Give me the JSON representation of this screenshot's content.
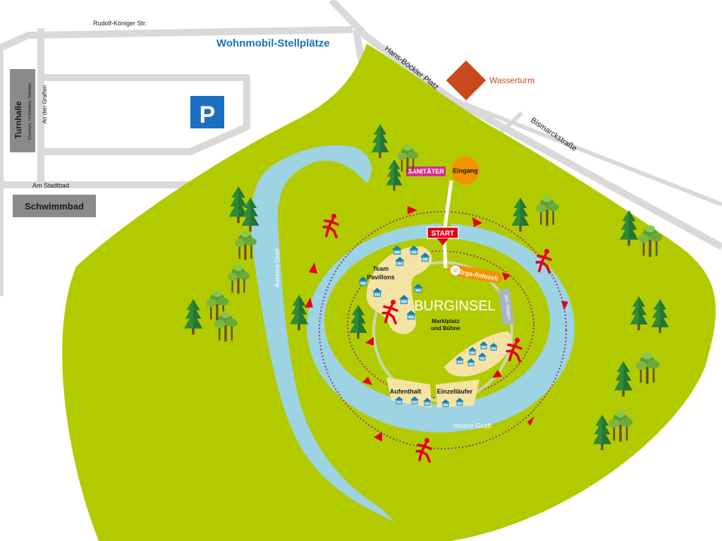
{
  "colors": {
    "grass": "#b2cb00",
    "river": "#9dd3e3",
    "road": "#d9d9d9",
    "sand": "#f5e3a6",
    "track": "#8a3a7a",
    "arrow": "#e2001a",
    "runner": "#e2001a",
    "tree": "#2f8a3a",
    "building": "#8a8a8a",
    "parking": "#1a6fc1",
    "blue_text": "#1a6fc1",
    "wasserturm": "#c8491c",
    "sanitaeter": "#d8308a",
    "eingang": "#f39200",
    "orga": "#f39200"
  },
  "streets": {
    "rudolf": "Rudolf-Königer Str.",
    "grafen": "An den Graften",
    "stadtbad": "Am Stadtbad",
    "hans": "Hans-Böckler Platz",
    "bismarck": "Bismarckstraße"
  },
  "buildings": {
    "turnhalle_title": "Turnhalle",
    "turnhalle_sub": "Duschen, Umkleiden, Toiletten",
    "schwimmbad": "Schwimmbad",
    "wasserturm": "Wasserturm"
  },
  "labels": {
    "wohnmobil": "Wohnmobil-Stellplätze",
    "parking": "P",
    "sanitaeter": "SANITÄTER",
    "eingang": "Eingang",
    "start": "START",
    "burginsel": "BURGINSEL",
    "markt_line1": "Marktplatz",
    "markt_line2": "und Bühne",
    "team_line1": "Team",
    "team_line2": "Pavillons",
    "orga": "Orga-/Infozelt",
    "wc": "WC-Wagen",
    "aufenthalt": "Aufenthalt",
    "einzellaeufer": "Einzelläufer",
    "aeussere_graft": "Äussere Graft",
    "innere_graft": "Innere Graft"
  },
  "icons": {
    "runner": "runner-icon",
    "tree": "tree-icon",
    "pavilion": "pavilion-icon",
    "arrow": "direction-arrow-icon",
    "food": "fork-knife-icon"
  }
}
